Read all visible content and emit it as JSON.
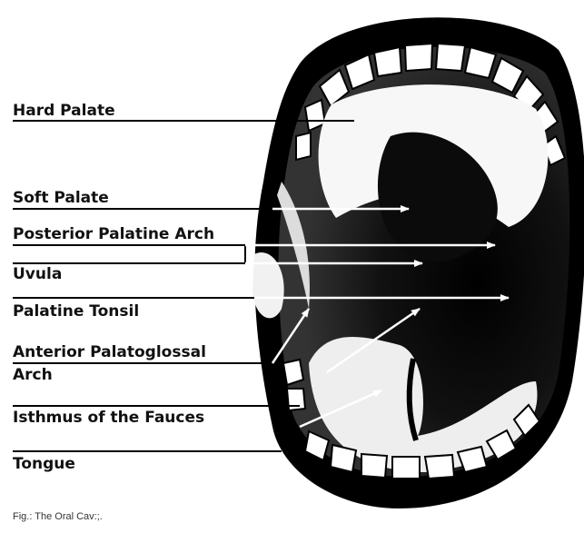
{
  "labels": {
    "hard_palate": "Hard Palate",
    "soft_palate": "Soft Palate",
    "posterior_palatine_arch": "Posterior Palatine Arch",
    "uvula": "Uvula",
    "palatine_tonsil": "Palatine Tonsil",
    "anterior_line1": "Anterior Palatoglossal",
    "anterior_line2": "Arch",
    "isthmus": "Isthmus of the Fauces",
    "tongue": "Tongue"
  },
  "caption": "Fig.: The Oral Cav:;.",
  "colors": {
    "ink": "#111111",
    "background": "#ffffff",
    "palate": "#f7f7f7",
    "tongue": "#eeeeee"
  }
}
